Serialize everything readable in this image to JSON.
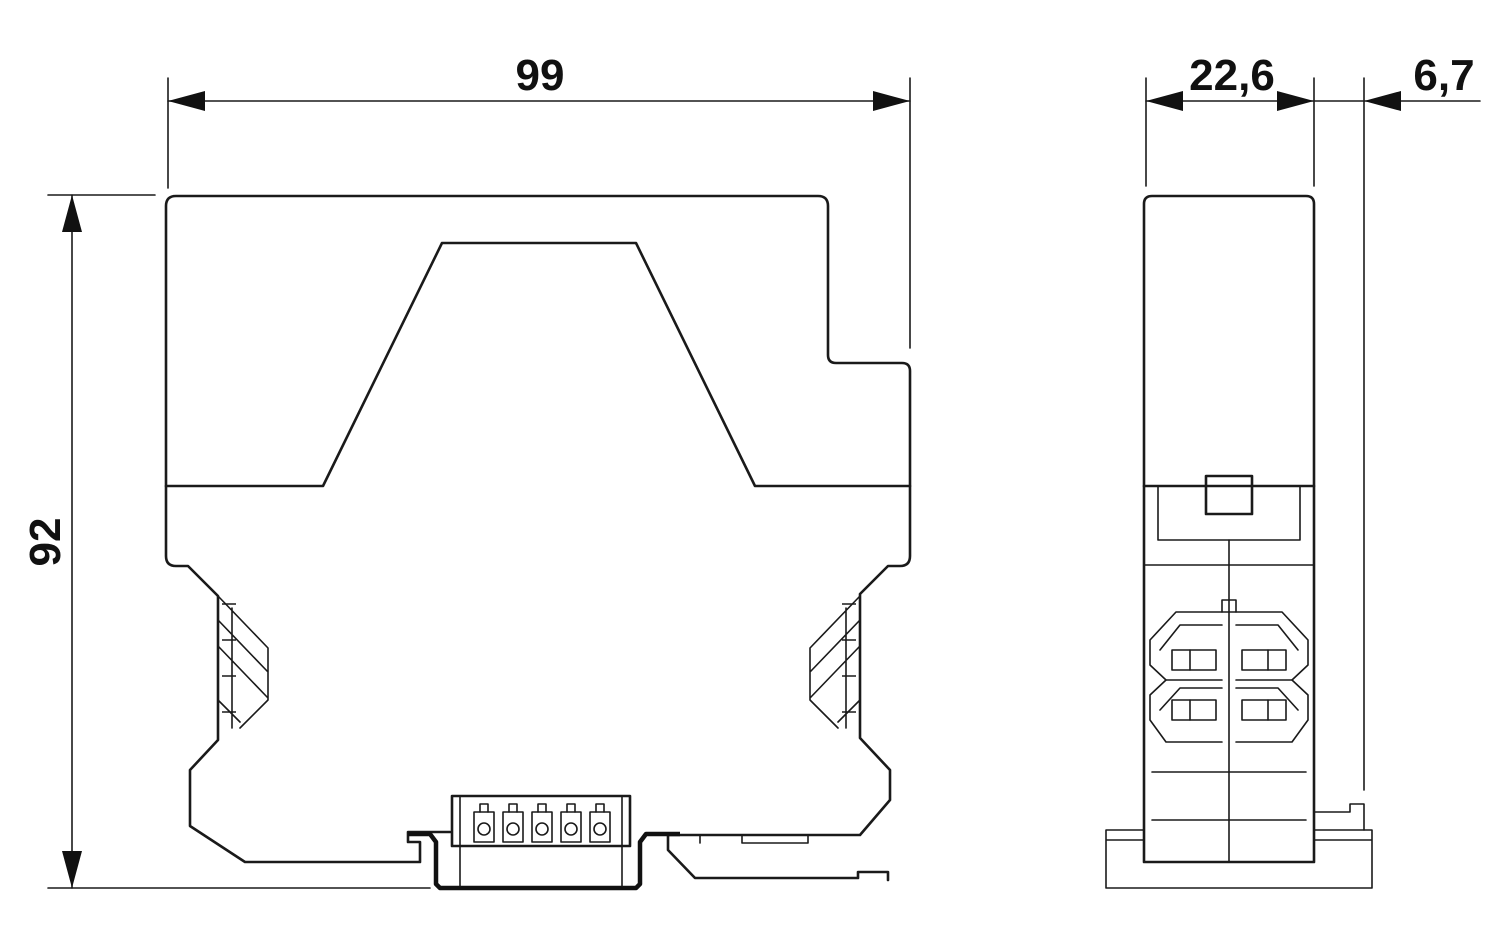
{
  "dimensions": {
    "width_front": "99",
    "height": "92",
    "width_side": "22,6",
    "offset_side": "6,7"
  },
  "terminal_count": 5
}
